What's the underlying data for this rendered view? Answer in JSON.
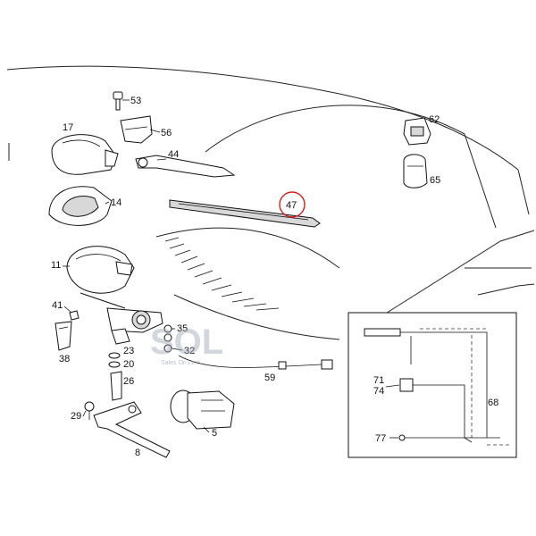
{
  "callouts": [
    {
      "id": "p53",
      "text": "53"
    },
    {
      "id": "p56",
      "text": "56"
    },
    {
      "id": "p17",
      "text": "17"
    },
    {
      "id": "p44",
      "text": "44"
    },
    {
      "id": "p14",
      "text": "14"
    },
    {
      "id": "p47",
      "text": "47",
      "circled": true
    },
    {
      "id": "p62",
      "text": "62"
    },
    {
      "id": "p65",
      "text": "65"
    },
    {
      "id": "p11",
      "text": "11"
    },
    {
      "id": "p41",
      "text": "41"
    },
    {
      "id": "p38",
      "text": "38"
    },
    {
      "id": "p35",
      "text": "35"
    },
    {
      "id": "p23",
      "text": "23"
    },
    {
      "id": "p32",
      "text": "32"
    },
    {
      "id": "p20",
      "text": "20"
    },
    {
      "id": "p26",
      "text": "26"
    },
    {
      "id": "p59",
      "text": "59"
    },
    {
      "id": "p29",
      "text": "29"
    },
    {
      "id": "p5",
      "text": "5"
    },
    {
      "id": "p8",
      "text": "8"
    },
    {
      "id": "p71",
      "text": "71"
    },
    {
      "id": "p74",
      "text": "74"
    },
    {
      "id": "p68",
      "text": "68"
    },
    {
      "id": "p77",
      "text": "77"
    }
  ],
  "watermark": {
    "logo": "SOL",
    "tagline": "Sales On Line"
  },
  "colors": {
    "line": "#111111",
    "highlight_circle": "#d81e1e",
    "watermark": "#9aa7b5"
  }
}
